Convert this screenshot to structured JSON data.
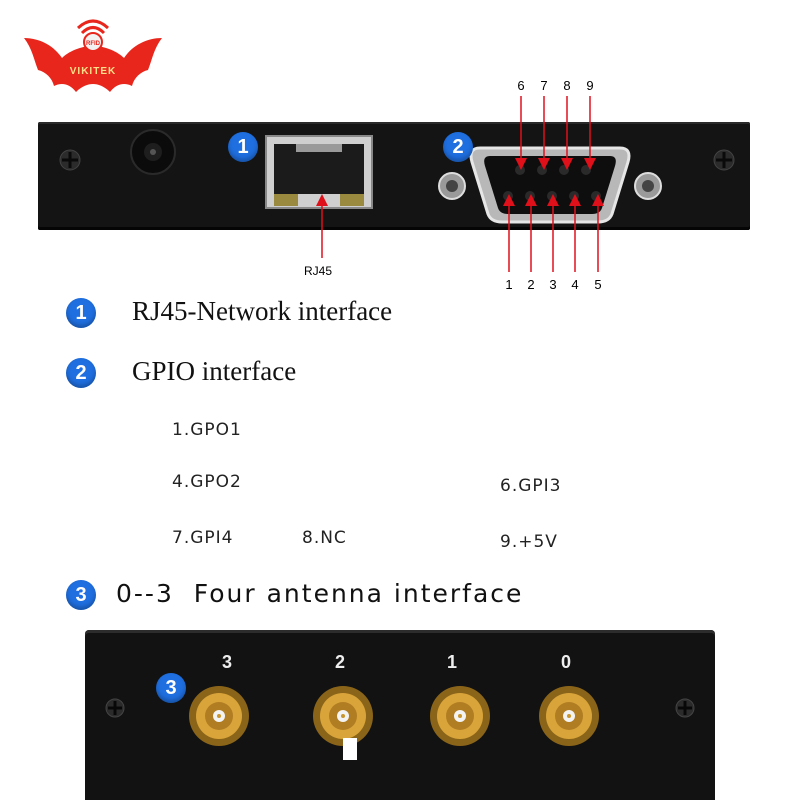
{
  "logo": {
    "brand_text": "VIKITEK",
    "badge_text": "RFID"
  },
  "rj45": {
    "badge": "1",
    "label": "RJ45"
  },
  "gpio": {
    "badge": "2",
    "top_pins": [
      "6",
      "7",
      "8",
      "9"
    ],
    "bottom_pins": [
      "1",
      "2",
      "3",
      "4",
      "5"
    ]
  },
  "legend": {
    "item1": {
      "badge": "1",
      "text": "RJ45-Network interface"
    },
    "item2": {
      "badge": "2",
      "text": "GPIO interface"
    },
    "pins": {
      "p1": "1.GPO1",
      "p4": "4.GPO2",
      "p6": "6.GPI3",
      "p7": "7.GPI4",
      "p8": "8.NC",
      "p9": "9.+5V"
    },
    "item3": {
      "badge": "3",
      "text": "0--3  Four antenna interface"
    }
  },
  "antennas": {
    "badge": "3",
    "labels": [
      "3",
      "2",
      "1",
      "0"
    ]
  },
  "colors": {
    "badge_blue": "#1f6fe0",
    "logo_red": "#e8261c",
    "panel": "#141414",
    "arrow_red": "#e0101a",
    "sma_gold": "#c9962e"
  }
}
